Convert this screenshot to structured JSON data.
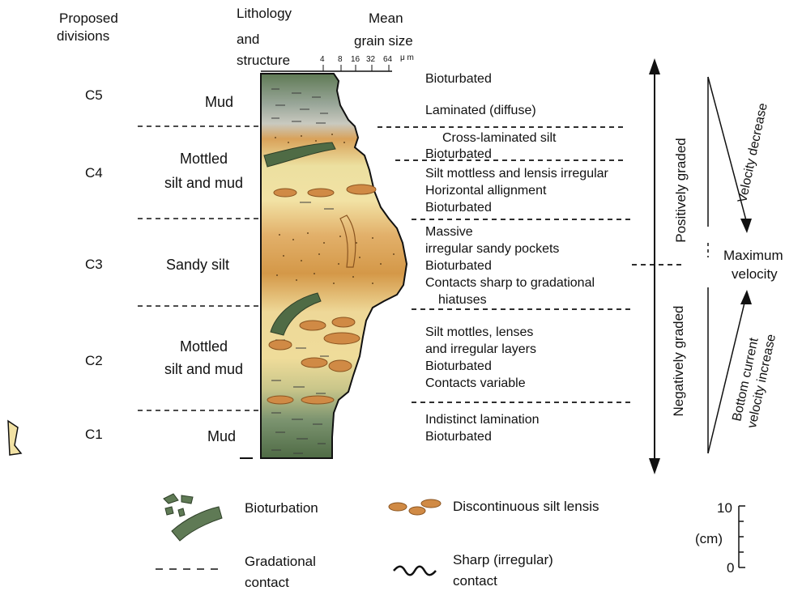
{
  "headers": {
    "divisions": [
      "Proposed",
      "divisions"
    ],
    "lithology": [
      "Lithology",
      "and",
      "structure"
    ],
    "grain": [
      "Mean",
      "grain size"
    ],
    "grain_ticks": [
      "4",
      "8",
      "16",
      "32",
      "64"
    ],
    "grain_unit": "μ m"
  },
  "divisions": [
    {
      "code": "C5",
      "lithology": [
        "Mud"
      ]
    },
    {
      "code": "C4",
      "lithology": [
        "Mottled",
        "silt and mud"
      ]
    },
    {
      "code": "C3",
      "lithology": [
        "Sandy silt"
      ]
    },
    {
      "code": "C2",
      "lithology": [
        "Mottled",
        "silt and mud"
      ]
    },
    {
      "code": "C1",
      "lithology": [
        "Mud"
      ]
    }
  ],
  "descriptions": [
    "Bioturbated",
    "Laminated (diffuse)",
    "Cross-laminated silt",
    "Bioturbated",
    "Silt mottless and lensis irregular",
    "Horizontal allignment",
    "Bioturbated",
    "Massive",
    "irregular sandy pockets",
    "Bioturbated",
    "Contacts sharp to gradational",
    "hiatuses",
    "Silt mottles, lenses",
    "and irregular layers",
    "Bioturbated",
    "Contacts variable",
    "Indistinct lamination",
    "Bioturbated"
  ],
  "right_labels": {
    "positively_graded": "Positively graded",
    "negatively_graded": "Negatively graded",
    "velocity_decrease": "Velocity decrease",
    "maximum_velocity": [
      "Maximum",
      "velocity"
    ],
    "bottom_current": [
      "Bottom current",
      "velocity increase"
    ]
  },
  "legend": {
    "bioturbation": "Bioturbation",
    "silt_lensis": "Discontinuous silt lensis",
    "gradational": [
      "Gradational",
      "contact"
    ],
    "sharp": [
      "Sharp (irregular)",
      "contact"
    ],
    "scale_top": "10",
    "scale_unit": "(cm)",
    "scale_bottom": "0"
  },
  "colors": {
    "mud": "#5f7a55",
    "silt_light": "#f2e2a4",
    "sand": "#d9a25a",
    "lens": "#d08a45",
    "burrow": "#4f6b45"
  }
}
